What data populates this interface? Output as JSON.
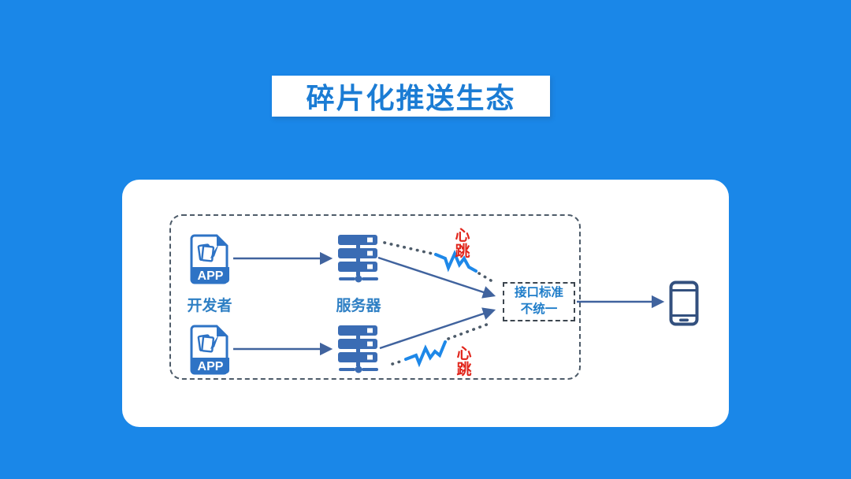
{
  "slide": {
    "title": "碎片化推送生态",
    "colors": {
      "background": "#1a87e8",
      "title_text": "#1b7cd4",
      "card": "#ffffff",
      "dashed_border": "#4d5b69",
      "icon_blue": "#3a6cb4",
      "arrow_blue": "#40639e",
      "pulse_blue": "#1e88e8",
      "heartbeat_red": "#e1251b",
      "node_label_blue": "#2e7fc4",
      "interface_text_blue": "#1f7dc9",
      "phone_blue": "#33507e"
    }
  },
  "diagram": {
    "app_badge": "APP",
    "developers_label": "开发者",
    "servers_label": "服务器",
    "heartbeat_top_label": "心跳",
    "heartbeat_bottom_label": "心跳",
    "interface_box_label": "接口标准不统一",
    "icons": {
      "app_file": "app-file-icon",
      "server": "server-icon",
      "phone": "smartphone-icon",
      "pulse": "heartbeat-pulse-line"
    }
  }
}
